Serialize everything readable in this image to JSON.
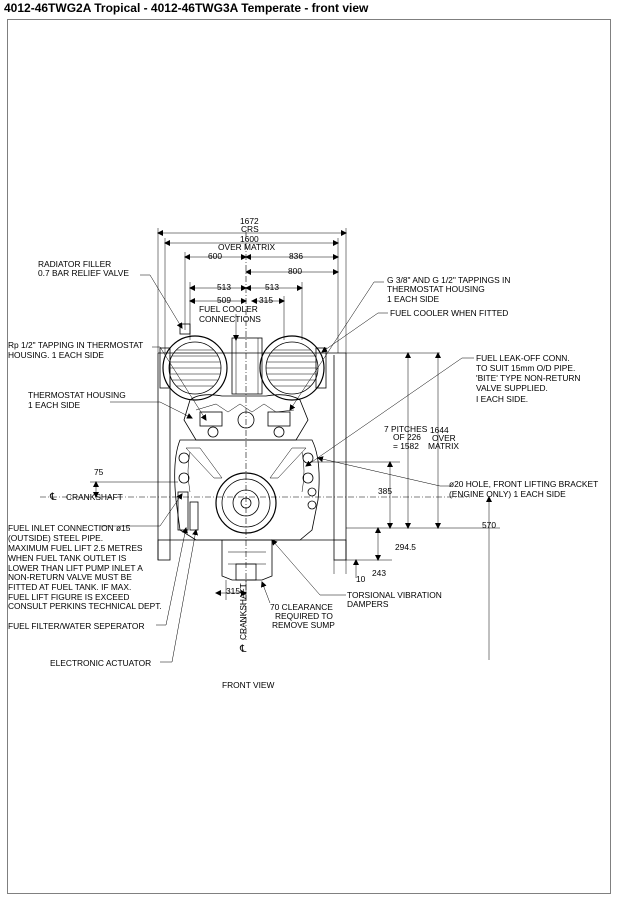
{
  "title": "4012-46TWG2A Tropical - 4012-46TWG3A Temperate - front view",
  "dimensions": {
    "d1672": "1672",
    "crs": "CRS",
    "d1600": "1600",
    "over_matrix": "OVER MATRIX",
    "d600": "600",
    "d836": "836",
    "d800": "800",
    "d513_left": "513",
    "d513_right": "513",
    "d509": "509",
    "d315_top": "315",
    "d75": "75",
    "d385": "385",
    "d570": "570",
    "d294_5": "294.5",
    "d243": "243",
    "d10": "10",
    "d315_bottom": "315",
    "pitches_1": "7 PITCHES",
    "pitches_2": "OF 226",
    "pitches_3": "= 1582",
    "d1644": "1644",
    "over": "OVER",
    "matrix": "MATRIX",
    "crankshaft": "CRANKSHAFT",
    "crankshaft_vertical": "CRANKSHAFT",
    "cl_symbol": "℄"
  },
  "callouts": {
    "radiator_filler_1": "RADIATOR FILLER",
    "radiator_filler_2": "0.7 BAR RELIEF VALVE",
    "fuel_cooler_conn_1": "FUEL COOLER",
    "fuel_cooler_conn_2": "CONNECTIONS",
    "g_tappings_1": "G 3/8\" AND G 1/2\" TAPPINGS IN",
    "g_tappings_2": "THERMOSTAT HOUSING",
    "g_tappings_3": "1 EACH SIDE",
    "fuel_cooler_fitted": "FUEL COOLER WHEN FITTED",
    "rp_tapping_1": "Rp 1/2\" TAPPING IN THERMOSTAT",
    "rp_tapping_2": "HOUSING. 1 EACH SIDE",
    "fuel_leak_1": "FUEL LEAK-OFF CONN.",
    "fuel_leak_2": "TO SUIT 15mm O/D PIPE.",
    "fuel_leak_3": "'BITE' TYPE NON-RETURN",
    "fuel_leak_4": "VALVE SUPPLIED.",
    "fuel_leak_5": "I EACH SIDE.",
    "thermostat_1": "THERMOSTAT HOUSING",
    "thermostat_2": "1 EACH SIDE",
    "hole_1": "ø20 HOLE, FRONT LIFTING BRACKET",
    "hole_2": "(ENGINE ONLY) 1 EACH SIDE",
    "fuel_inlet_1": "FUEL INLET CONNECTION ø15",
    "fuel_inlet_2": "(OUTSIDE) STEEL PIPE.",
    "fuel_inlet_3": "MAXIMUM FUEL LIFT 2.5 METRES",
    "fuel_inlet_4": "WHEN FUEL TANK OUTLET IS",
    "fuel_inlet_5": "LOWER THAN LIFT PUMP INLET A",
    "fuel_inlet_6": "NON-RETURN VALVE MUST BE",
    "fuel_inlet_7": "FITTED AT FUEL TANK. IF MAX.",
    "fuel_inlet_8": "FUEL LIFT FIGURE IS EXCEED",
    "fuel_inlet_9": "CONSULT PERKINS TECHNICAL DEPT.",
    "torsional_1": "TORSIONAL VIBRATION",
    "torsional_2": "DAMPERS",
    "clearance_1": "70 CLEARANCE",
    "clearance_2": "REQUIRED TO",
    "clearance_3": "REMOVE SUMP",
    "fuel_filter": "FUEL FILTER/WATER SEPERATOR",
    "actuator": "ELECTRONIC ACTUATOR"
  },
  "view_label": "FRONT VIEW"
}
